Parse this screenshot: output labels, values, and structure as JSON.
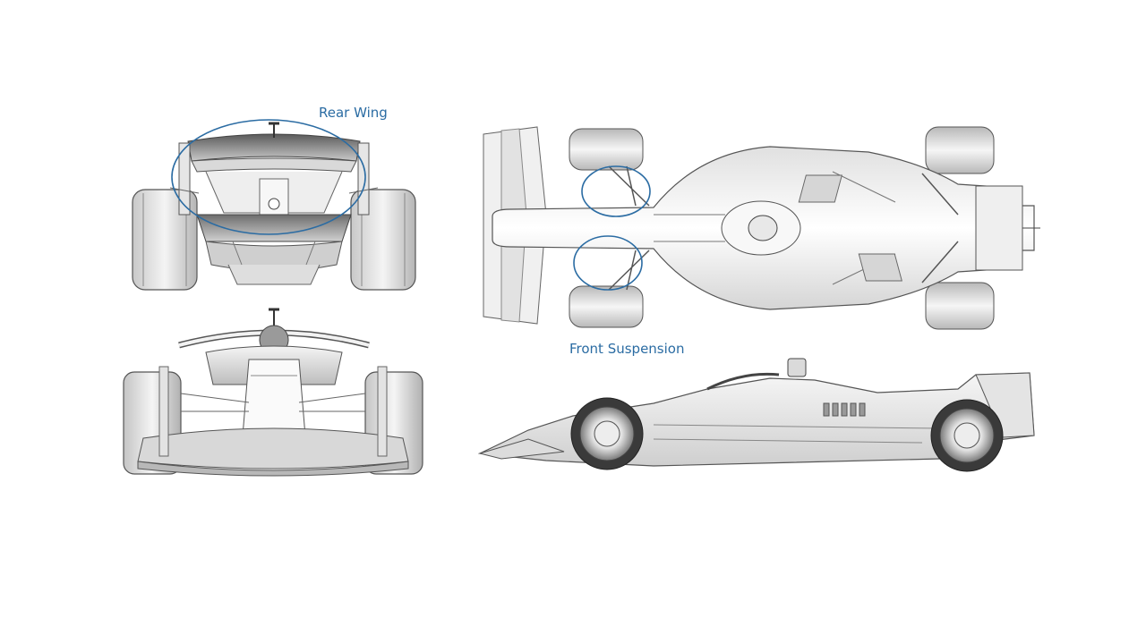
{
  "annotations": {
    "rear_wing": "Rear Wing",
    "front_suspension": "Front Suspension"
  },
  "views": [
    "rear-view",
    "front-view",
    "top-view",
    "side-view"
  ],
  "colors": {
    "annotation": "#2b6ca3",
    "line": "#555555",
    "shade_dark": "#9a9a9a",
    "shade_light": "#f2f2f2"
  }
}
